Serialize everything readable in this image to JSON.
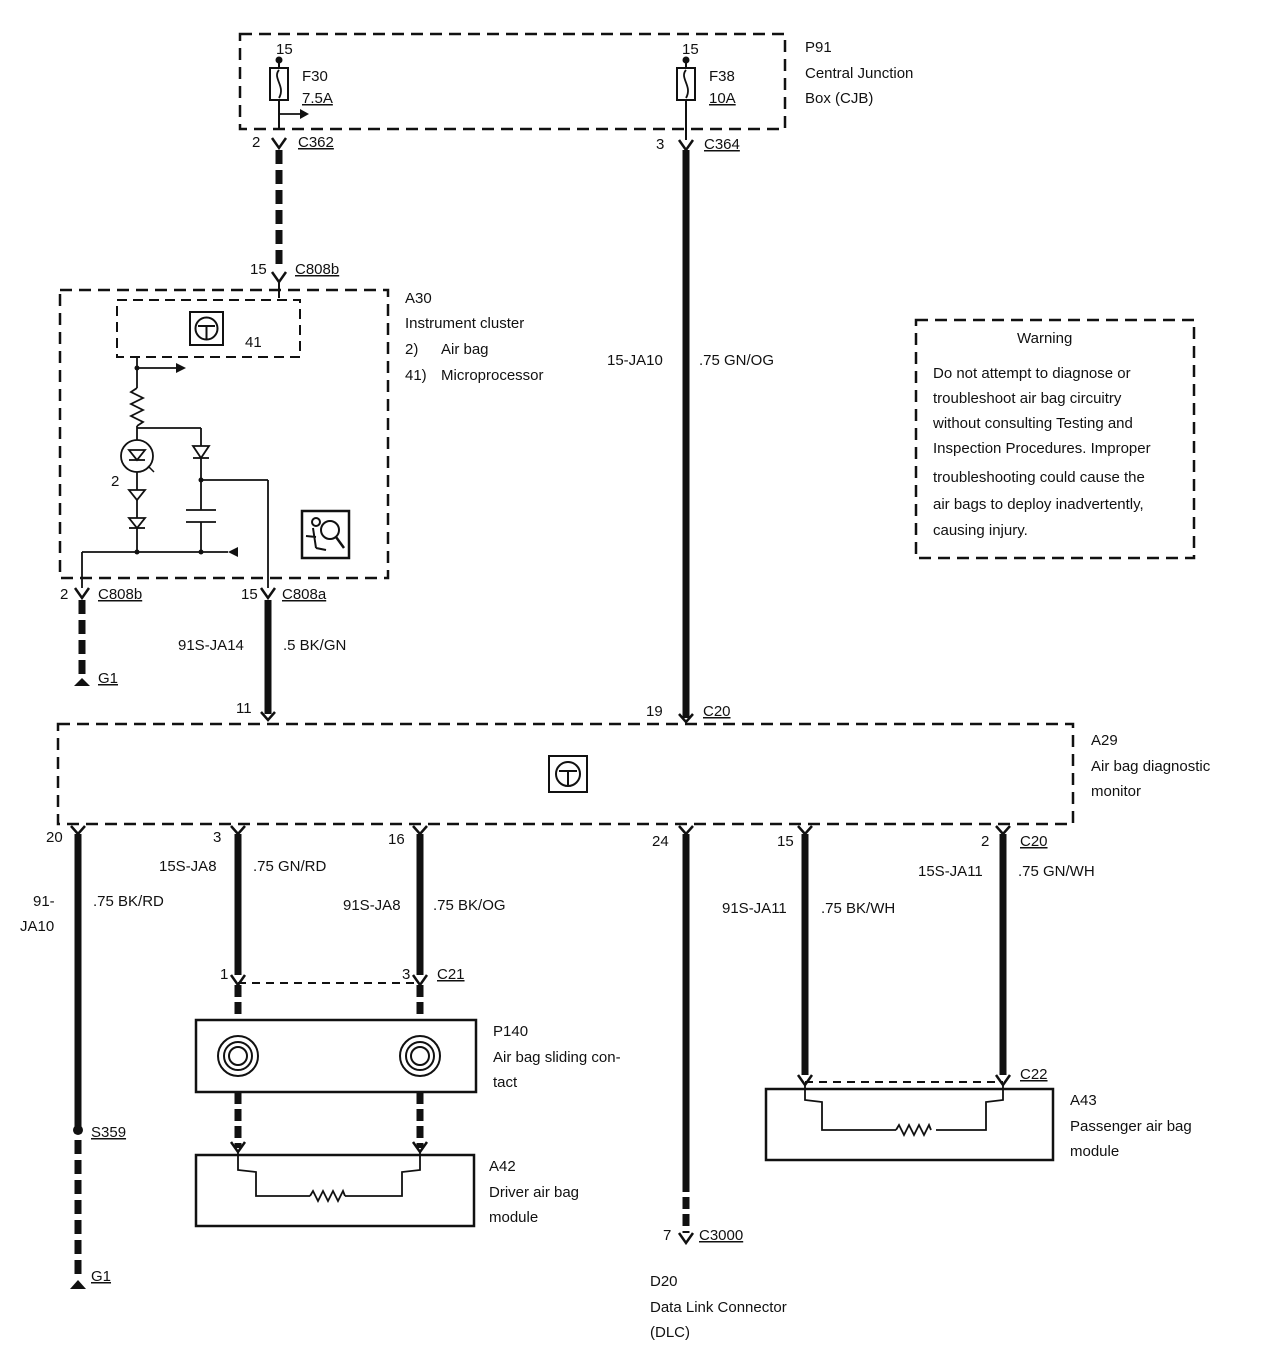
{
  "p91": {
    "id": "P91",
    "line1": "Central Junction",
    "line2": "Box (CJB)",
    "f30": {
      "pin": "15",
      "name": "F30",
      "rating": "7.5A"
    },
    "f38": {
      "pin": "15",
      "name": "F38",
      "rating": "10A"
    }
  },
  "c362": {
    "pin": "2",
    "name": "C362"
  },
  "c364": {
    "pin": "3",
    "name": "C364"
  },
  "c808b_top": {
    "pin": "15",
    "name": "C808b"
  },
  "a30": {
    "id": "A30",
    "title": "Instrument cluster",
    "item1_num": "2)",
    "item1": "Air bag",
    "item2_num": "41)",
    "item2": "Microprocessor",
    "micro_num": "41",
    "lamp_num": "2"
  },
  "c808b_bot": {
    "pin": "2",
    "name": "C808b"
  },
  "c808a": {
    "pin": "15",
    "name": "C808a"
  },
  "g1_top": "G1",
  "wire_ja14": {
    "circuit": "91S-JA14",
    "spec": ".5 BK/GN",
    "pin": "11"
  },
  "wire_ja10": {
    "circuit": "15-JA10",
    "spec": ".75 GN/OG"
  },
  "c20_top": {
    "pin": "19",
    "name": "C20"
  },
  "warning": {
    "title": "Warning",
    "lines": [
      "Do not attempt to diagnose or",
      "troubleshoot air bag circuitry",
      "without consulting Testing and",
      "Inspection Procedures. Improper",
      "troubleshooting could cause the",
      "air bags to deploy inadvertently,",
      "causing injury."
    ]
  },
  "a29": {
    "id": "A29",
    "line1": "Air bag diagnostic",
    "line2": "monitor"
  },
  "pins_a29": {
    "p20": "20",
    "p3": "3",
    "p16": "16",
    "p24": "24",
    "p15": "15",
    "p2": "2",
    "c20": "C20"
  },
  "wire_91ja10": {
    "circuit1": "91-",
    "circuit2": "JA10",
    "spec": ".75 BK/RD"
  },
  "wire_15sja8": {
    "circuit": "15S-JA8",
    "spec": ".75 GN/RD"
  },
  "wire_91sja8": {
    "circuit": "91S-JA8",
    "spec": ".75 BK/OG"
  },
  "wire_91sja11": {
    "circuit": "91S-JA11",
    "spec": ".75 BK/WH"
  },
  "wire_15sja11": {
    "circuit": "15S-JA11",
    "spec": ".75 GN/WH"
  },
  "c21": {
    "pin1": "1",
    "pin3": "3",
    "name": "C21"
  },
  "p140": {
    "id": "P140",
    "line1": "Air bag sliding con-",
    "line2": "tact"
  },
  "a42": {
    "id": "A42",
    "line1": "Driver air bag",
    "line2": "module"
  },
  "c22": "C22",
  "a43": {
    "id": "A43",
    "line1": "Passenger air bag",
    "line2": "module"
  },
  "s359": "S359",
  "g1_bot": "G1",
  "c3000": {
    "pin": "7",
    "name": "C3000"
  },
  "d20": {
    "id": "D20",
    "line1": "Data Link Connector",
    "line2": "(DLC)"
  }
}
